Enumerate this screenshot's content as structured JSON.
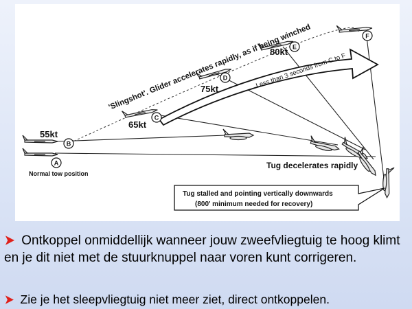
{
  "diagram": {
    "states": [
      {
        "letter": "A",
        "caption": "Normal tow position"
      },
      {
        "letter": "B",
        "speed": "55kt"
      },
      {
        "letter": "C",
        "speed": "65kt"
      },
      {
        "letter": "D",
        "speed": "75kt"
      },
      {
        "letter": "E",
        "speed": "80kt"
      },
      {
        "letter": "F"
      }
    ],
    "slingshot_label": "'Slingshot'. Glider accelerates rapidly, as if being winched",
    "arrow_label": "Less than 3 seconds from C to F",
    "tug_label": "Tug decelerates rapidly",
    "callout_line1": "Tug stalled and pointing vertically downwards",
    "callout_line2": "(800' minimum needed for recovery)"
  },
  "bullets": [
    {
      "text": "Ontkoppel onmiddellijk wanneer jouw zweefvliegtuig te hoog klimt en je dit niet met de stuurknuppel naar voren kunt corrigeren."
    },
    {
      "text": "Zie je het sleepvliegtuig niet meer ziet, direct ontkoppelen."
    }
  ],
  "colors": {
    "bullet_arrow": "#e0201a",
    "slide_background": "#dfe7f7",
    "figure_background": "#ffffff"
  }
}
